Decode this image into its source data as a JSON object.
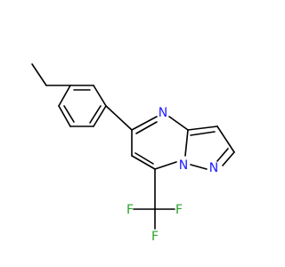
{
  "molecule": {
    "colors": {
      "bond": "#000000",
      "N": "#1a1aff",
      "F": "#29a329",
      "background": "#ffffff"
    },
    "atoms": [
      {
        "id": "n_pyrimidine",
        "label": "N",
        "element": "N"
      },
      {
        "id": "n_bridge",
        "label": "N",
        "element": "N"
      },
      {
        "id": "n_pyrazole",
        "label": "N",
        "element": "N"
      },
      {
        "id": "f1",
        "label": "F",
        "element": "F"
      },
      {
        "id": "f2",
        "label": "F",
        "element": "F"
      },
      {
        "id": "f3",
        "label": "F",
        "element": "F"
      }
    ]
  }
}
